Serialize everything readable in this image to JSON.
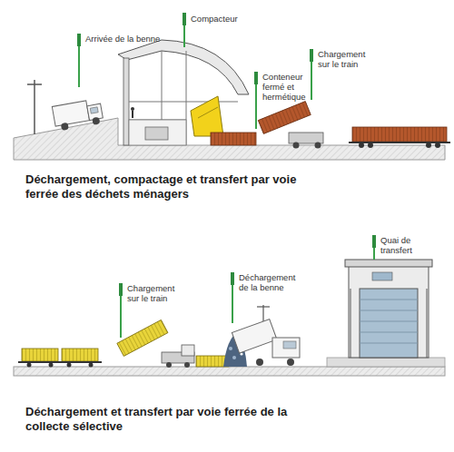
{
  "diagram": {
    "labels": [
      "Arrivée de la benne",
      "Compacteur",
      "Conteneur fermé et hermétique",
      "Chargement sur le train",
      "Déchargement, compactage et transfert par voie ferrée des déchets ménagers",
      "Chargement sur le train",
      "Déchargement de la benne",
      "Quai de transfert",
      "Déchargement et transfert par voie ferrée de la collecte sélective"
    ]
  }
}
